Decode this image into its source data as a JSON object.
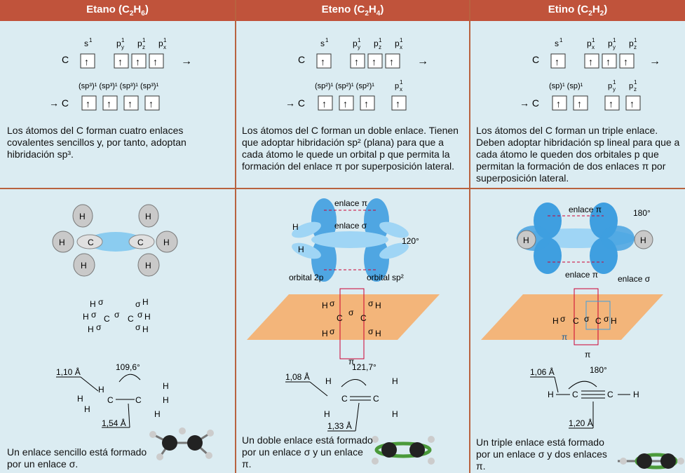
{
  "columns": [
    {
      "header": "Etano (C2H6)",
      "orbitals_top": [
        "s1",
        "py1",
        "pz1",
        "px1"
      ],
      "orbitals_bottom": [
        "(sp3)1",
        "(sp3)1",
        "(sp3)1",
        "(sp3)1"
      ],
      "atom": "C",
      "paragraph": "Los átomos del C forman cuatro enlaces covalentes sencillos y, por tanto, adoptan hibridación sp³.",
      "bond_length_1": "1,10 Å",
      "bond_length_2": "1,54 Å",
      "angle": "109,6°",
      "bottom_text": "Un enlace sencillo está formado por un enlace σ."
    },
    {
      "header": "Eteno (C2H4)",
      "orbitals_top": [
        "s1",
        "py1",
        "pz1",
        "px1"
      ],
      "orbitals_bottom": [
        "(sp2)1",
        "(sp2)1",
        "(sp2)1",
        "px1"
      ],
      "atom": "C",
      "paragraph": "Los átomos del C forman un doble enlace. Tienen que adoptar hibridación sp² (plana) para que a cada átomo le quede un orbital p que permita la formación del enlace π por superposición lateral.",
      "label_pi": "enlace π",
      "label_sigma": "enlace σ",
      "label_orbital_2p": "orbital 2p",
      "label_orbital_sp2": "orbital sp²",
      "angle_top": "120°",
      "bond_length_1": "1,08 Å",
      "bond_length_2": "1,33 Å",
      "angle": "121,7°",
      "bottom_text": "Un doble enlace está formado por un enlace σ y un enlace π."
    },
    {
      "header": "Etino (C2H2)",
      "orbitals_top": [
        "s1",
        "px1",
        "py1",
        "pz1"
      ],
      "orbitals_bottom": [
        "(sp)1",
        "(sp)1",
        "py1",
        "pz1"
      ],
      "atom": "C",
      "paragraph": "Los átomos del C forman un triple enlace. Deben adoptar hibridación sp lineal para que a cada átomo le queden dos orbitales p que permitan la formación de dos enlaces π por superposición lateral.",
      "label_pi": "enlace π",
      "label_sigma": "enlace σ",
      "angle_top": "180°",
      "bond_length_1": "1,06 Å",
      "bond_length_2": "1,20 Å",
      "angle": "180°",
      "bottom_text": "Un triple enlace está formado por un enlace σ y dos enlaces π."
    }
  ],
  "colors": {
    "header_bg": "#c0533b",
    "panel_bg": "#dbecf2",
    "orbital_blue": "#3f9fe0",
    "plane": "#f3b57a"
  }
}
